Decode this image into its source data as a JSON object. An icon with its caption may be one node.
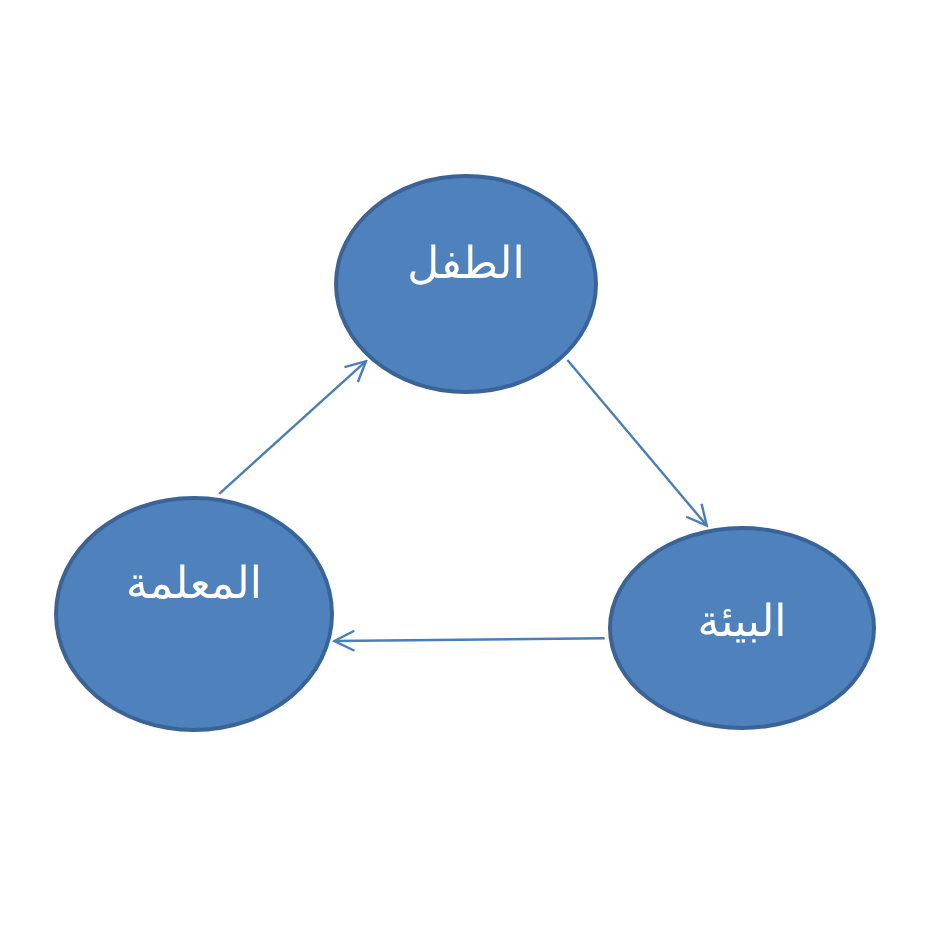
{
  "diagram": {
    "nodes": [
      {
        "text": [
          "الطفل"
        ]
      },
      {
        "text": [
          "البيئة"
        ]
      },
      {
        "text": [
          "المعلمة"
        ]
      }
    ],
    "edges": [
      {
        "from": 0,
        "to": 1,
        "arrow": "to"
      },
      {
        "from": 1,
        "to": 2,
        "arrow": "to"
      },
      {
        "from": 2,
        "to": 0,
        "arrow": "to"
      }
    ]
  }
}
